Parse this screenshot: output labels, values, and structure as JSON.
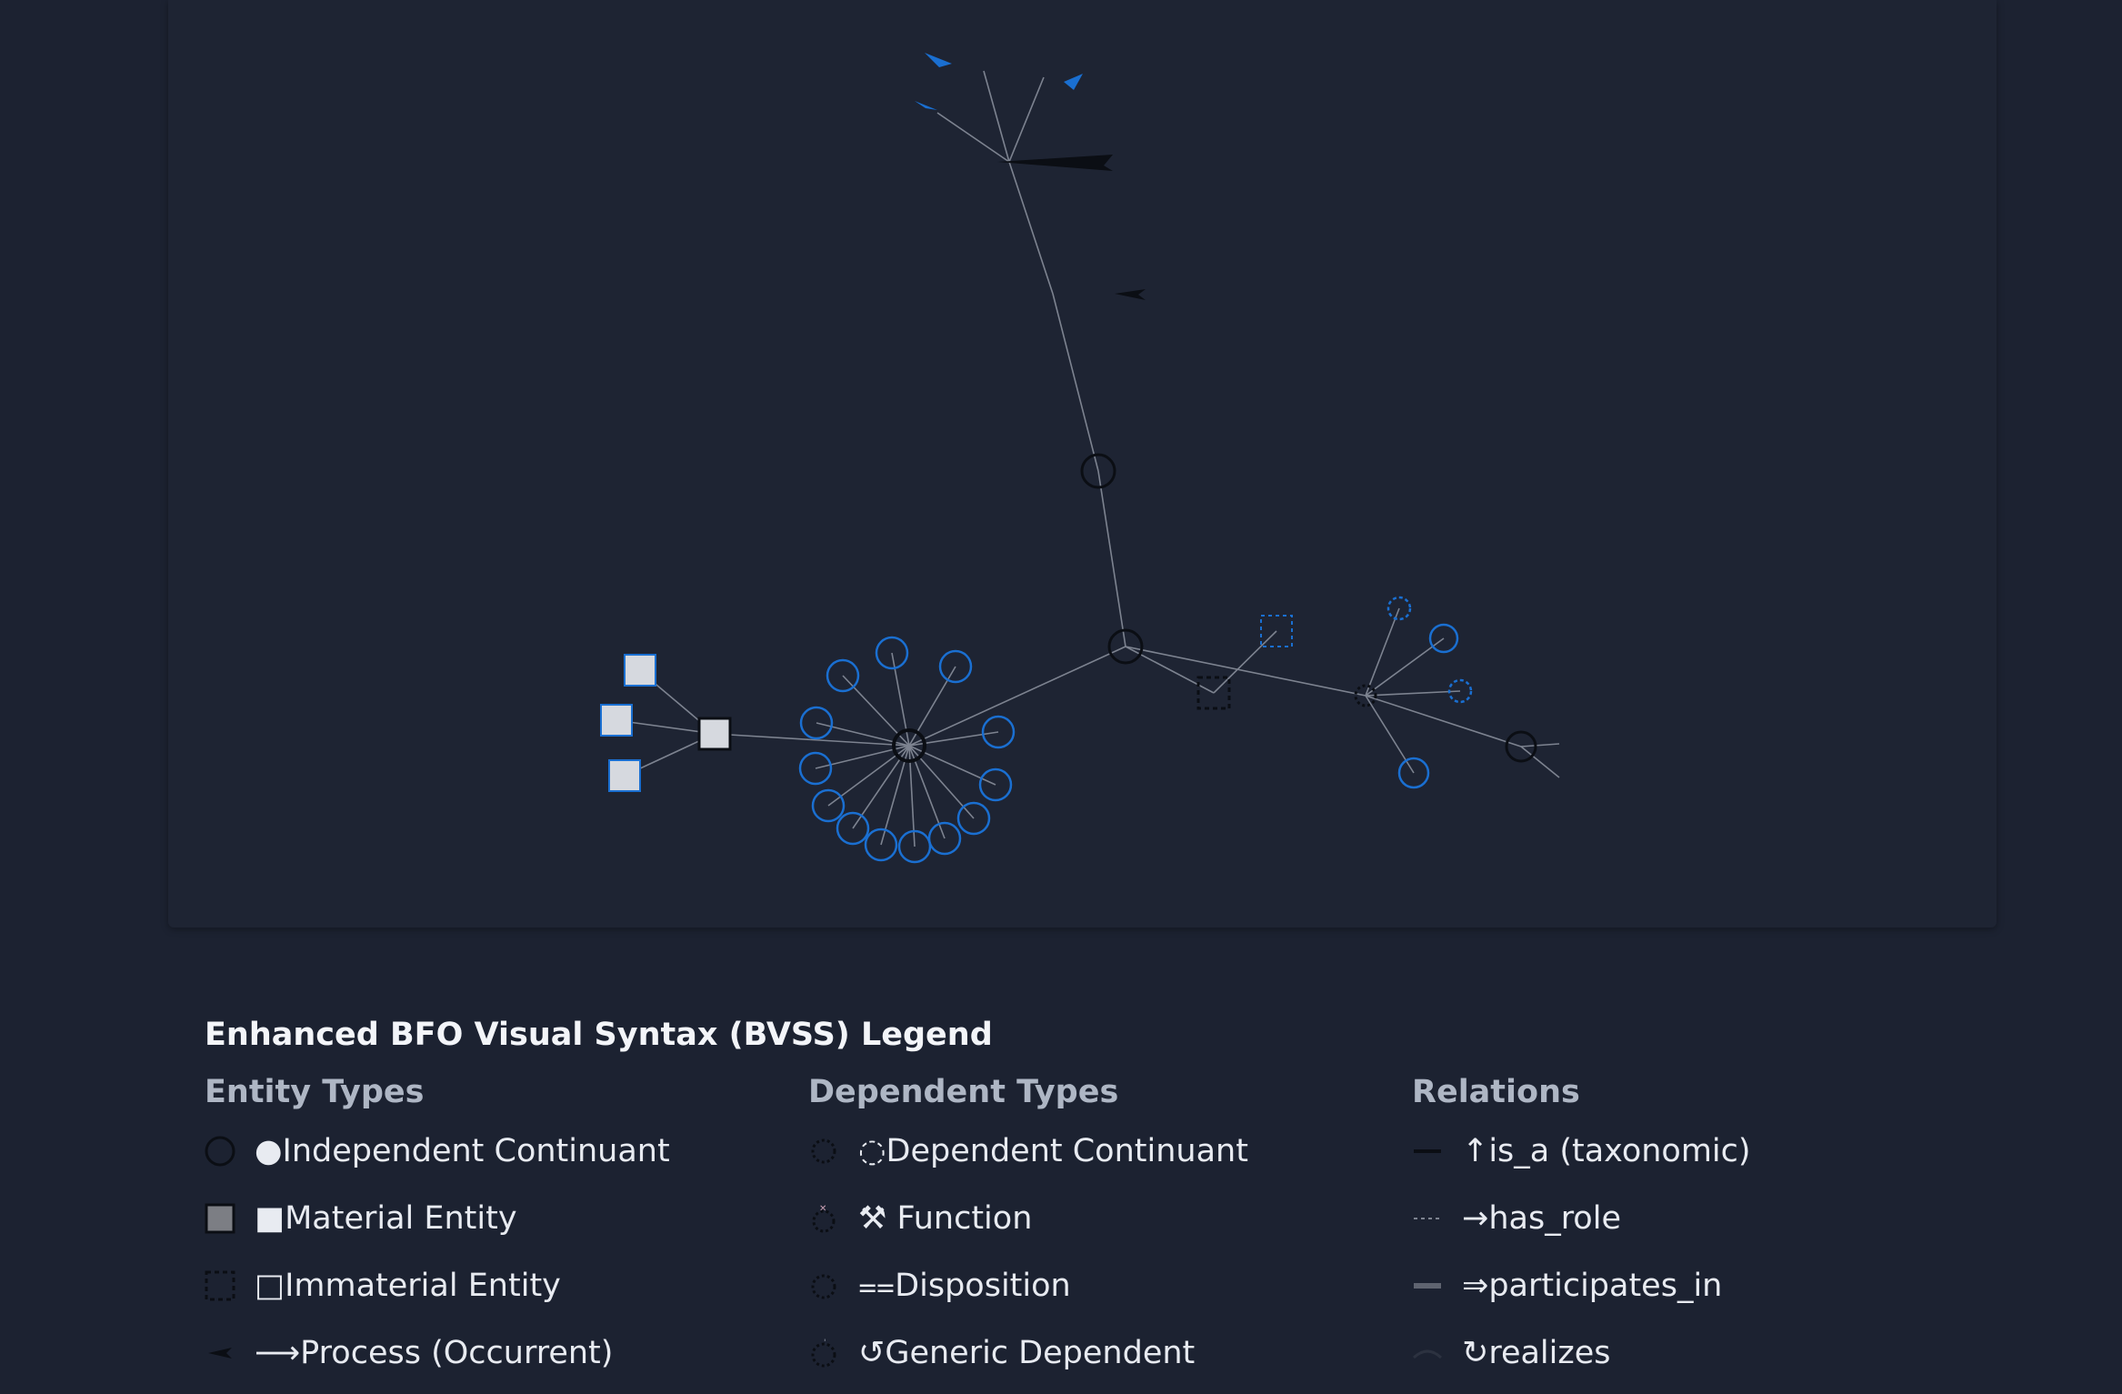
{
  "legend": {
    "title": "Enhanced BFO Visual Syntax (BVSS) Legend",
    "columns": [
      {
        "heading": "Entity Types",
        "items": [
          {
            "icon": "circle-outline-icon",
            "label": "●Independent Continuant"
          },
          {
            "icon": "filled-square-icon",
            "label": "■Material Entity"
          },
          {
            "icon": "dashed-square-icon",
            "label": "□Immaterial Entity"
          },
          {
            "icon": "arrowhead-icon",
            "label": "⟶Process (Occurrent)"
          }
        ]
      },
      {
        "heading": "Dependent Types",
        "items": [
          {
            "icon": "dotted-circle-icon",
            "label": "◌Dependent Continuant"
          },
          {
            "icon": "dotted-circle-function-icon",
            "label": "⚒ Function"
          },
          {
            "icon": "dotted-circle-disposition-icon",
            "label": "⩵Disposition"
          },
          {
            "icon": "dotted-circle-generic-icon",
            "label": "↺Generic Dependent"
          }
        ]
      },
      {
        "heading": "Relations",
        "items": [
          {
            "icon": "solid-line-icon",
            "label": "↑is_a (taxonomic)"
          },
          {
            "icon": "dashed-line-icon",
            "label": "→has_role"
          },
          {
            "icon": "thick-line-icon",
            "label": "⇒participates_in"
          },
          {
            "icon": "curved-line-icon",
            "label": "↻realizes"
          }
        ]
      }
    ]
  },
  "colors": {
    "background": "#1c2231",
    "panel": "#1e2433",
    "edge": "#7d8390",
    "accent_blue": "#1a6fd1",
    "node_outline": "#0b0e14",
    "material_fill": "#d6d9df"
  }
}
